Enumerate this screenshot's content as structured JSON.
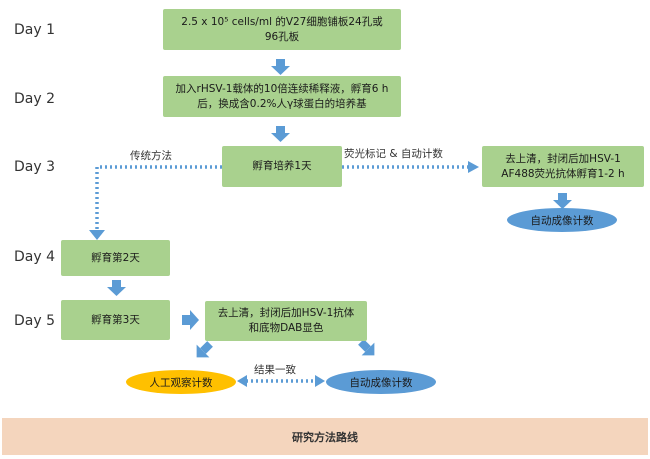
{
  "days": [
    "Day 1",
    "Day 2",
    "Day 3",
    "Day 4",
    "Day 5"
  ],
  "steps": {
    "day1": "2.5 x 10⁵ cells/ml 的V27细胞铺板24孔或96孔板",
    "day2": "加入rHSV-1载体的10倍连续稀释液，孵育6 h后，换成含0.2%人γ球蛋白的培养基",
    "day3": "孵育培养1天",
    "auto_incubate": "去上清，封闭后加HSV-1 AF488荧光抗体孵育1-2 h",
    "day4": "孵育第2天",
    "day5": "孵育第3天",
    "dab_stain": "去上清，封闭后加HSV-1抗体和底物DAB显色"
  },
  "ellipses": {
    "auto_count_right": "自动成像计数",
    "manual_count": "人工观察计数",
    "auto_count_bottom": "自动成像计数"
  },
  "labels": {
    "traditional": "传统方法",
    "fluorescent": "荧光标记 & 自动计数",
    "consistent": "结果一致"
  },
  "footer": "研究方法路线",
  "colors": {
    "box": "#a9d18e",
    "arrow": "#5b9bd5",
    "ellipse_blue": "#5b9bd5",
    "ellipse_orange": "#ffc000",
    "footer": "#f4d5bd"
  }
}
